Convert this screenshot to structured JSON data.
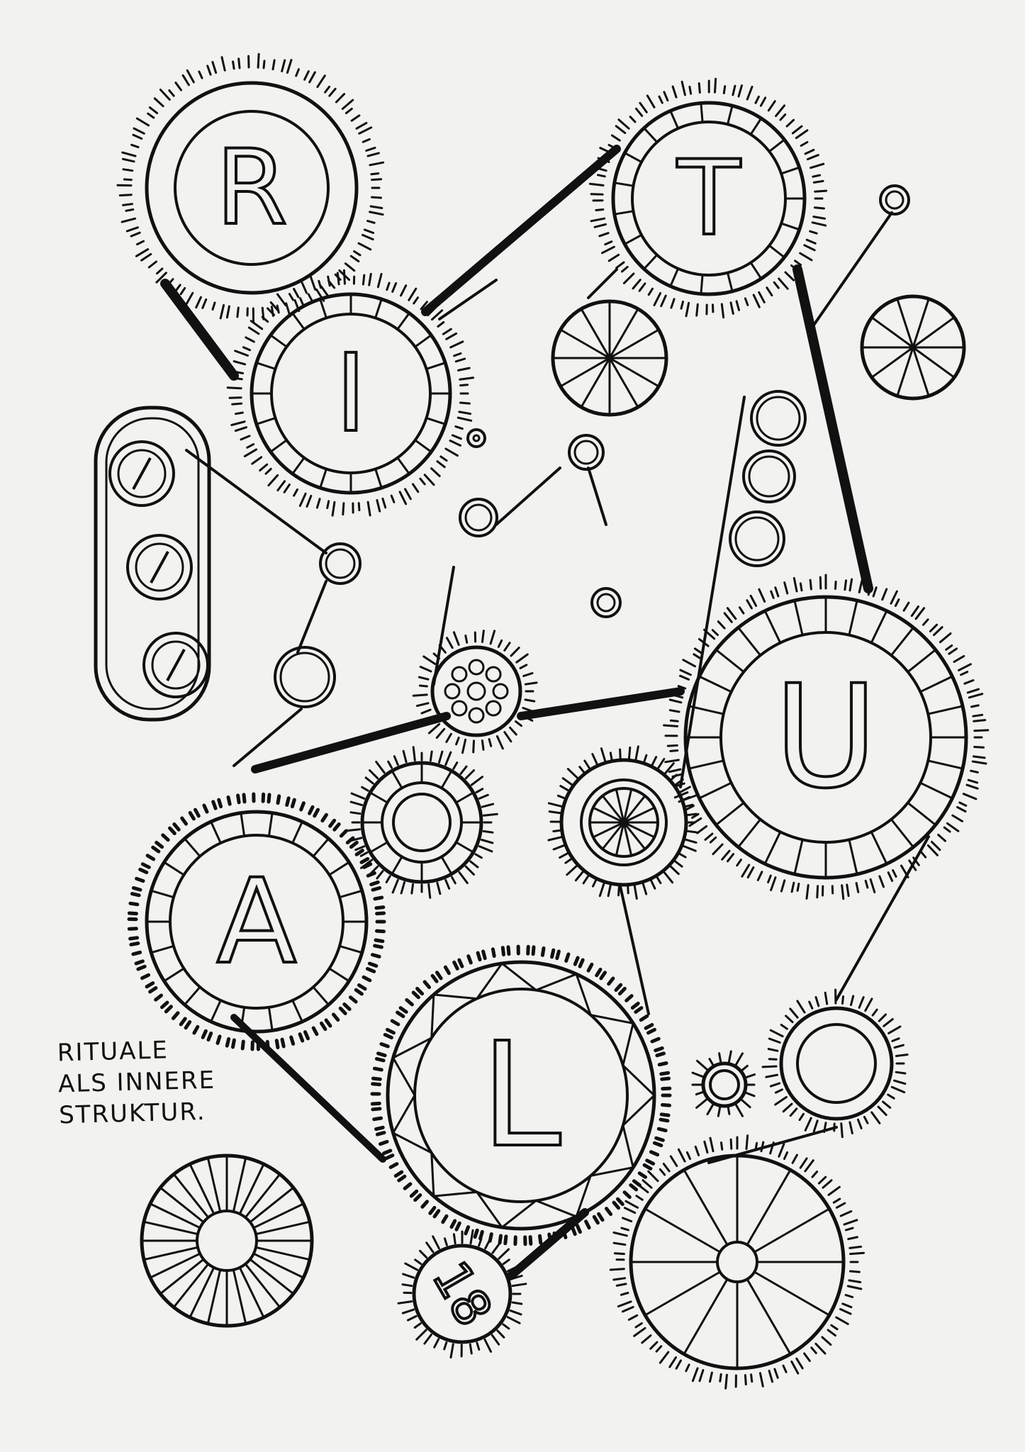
{
  "poster": {
    "letters": [
      "R",
      "I",
      "T",
      "U",
      "A",
      "L"
    ],
    "year": "18",
    "tagline": [
      "RITUALE",
      "ALS INNERE",
      "STRUKTUR."
    ]
  },
  "colors": {
    "paper": "#f2f2f0",
    "ink": "#111111"
  }
}
